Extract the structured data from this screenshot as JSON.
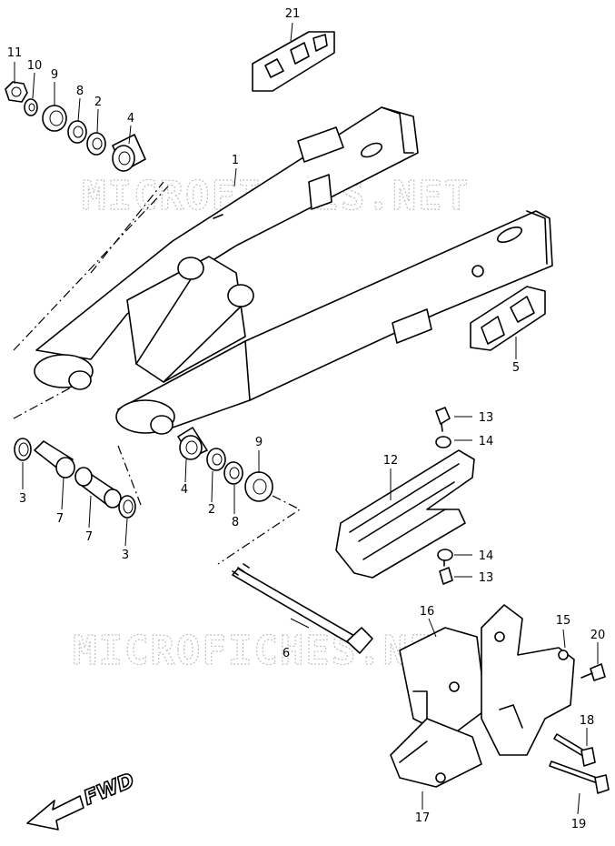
{
  "watermark": "MICROFICHES.NET",
  "direction_label": "FWD",
  "parts": [
    {
      "id": "p1",
      "number": "1",
      "name": "swingarm"
    },
    {
      "id": "p2a",
      "number": "2",
      "name": "washer"
    },
    {
      "id": "p2b",
      "number": "2",
      "name": "washer"
    },
    {
      "id": "p3a",
      "number": "3",
      "name": "circlip"
    },
    {
      "id": "p3b",
      "number": "3",
      "name": "circlip"
    },
    {
      "id": "p4a",
      "number": "4",
      "name": "bearing"
    },
    {
      "id": "p4b",
      "number": "4",
      "name": "bearing"
    },
    {
      "id": "p5",
      "number": "5",
      "name": "chain-buffer-pad"
    },
    {
      "id": "p6",
      "number": "6",
      "name": "pivot-shaft"
    },
    {
      "id": "p7a",
      "number": "7",
      "name": "spacer"
    },
    {
      "id": "p7b",
      "number": "7",
      "name": "spacer"
    },
    {
      "id": "p8a",
      "number": "8",
      "name": "washer"
    },
    {
      "id": "p8b",
      "number": "8",
      "name": "washer"
    },
    {
      "id": "p9a",
      "number": "9",
      "name": "dust-seal"
    },
    {
      "id": "p9b",
      "number": "9",
      "name": "dust-seal"
    },
    {
      "id": "p10",
      "number": "10",
      "name": "washer"
    },
    {
      "id": "p11",
      "number": "11",
      "name": "nut"
    },
    {
      "id": "p12",
      "number": "12",
      "name": "chain-guide"
    },
    {
      "id": "p13a",
      "number": "13",
      "name": "bolt"
    },
    {
      "id": "p13b",
      "number": "13",
      "name": "bolt"
    },
    {
      "id": "p14a",
      "number": "14",
      "name": "washer"
    },
    {
      "id": "p14b",
      "number": "14",
      "name": "washer"
    },
    {
      "id": "p15",
      "number": "15",
      "name": "plate"
    },
    {
      "id": "p16",
      "number": "16",
      "name": "bracket"
    },
    {
      "id": "p17",
      "number": "17",
      "name": "guide-block"
    },
    {
      "id": "p18",
      "number": "18",
      "name": "bolt"
    },
    {
      "id": "p19",
      "number": "19",
      "name": "bolt"
    },
    {
      "id": "p20",
      "number": "20",
      "name": "bolt"
    },
    {
      "id": "p21",
      "number": "21",
      "name": "chain-buffer-pad"
    }
  ]
}
